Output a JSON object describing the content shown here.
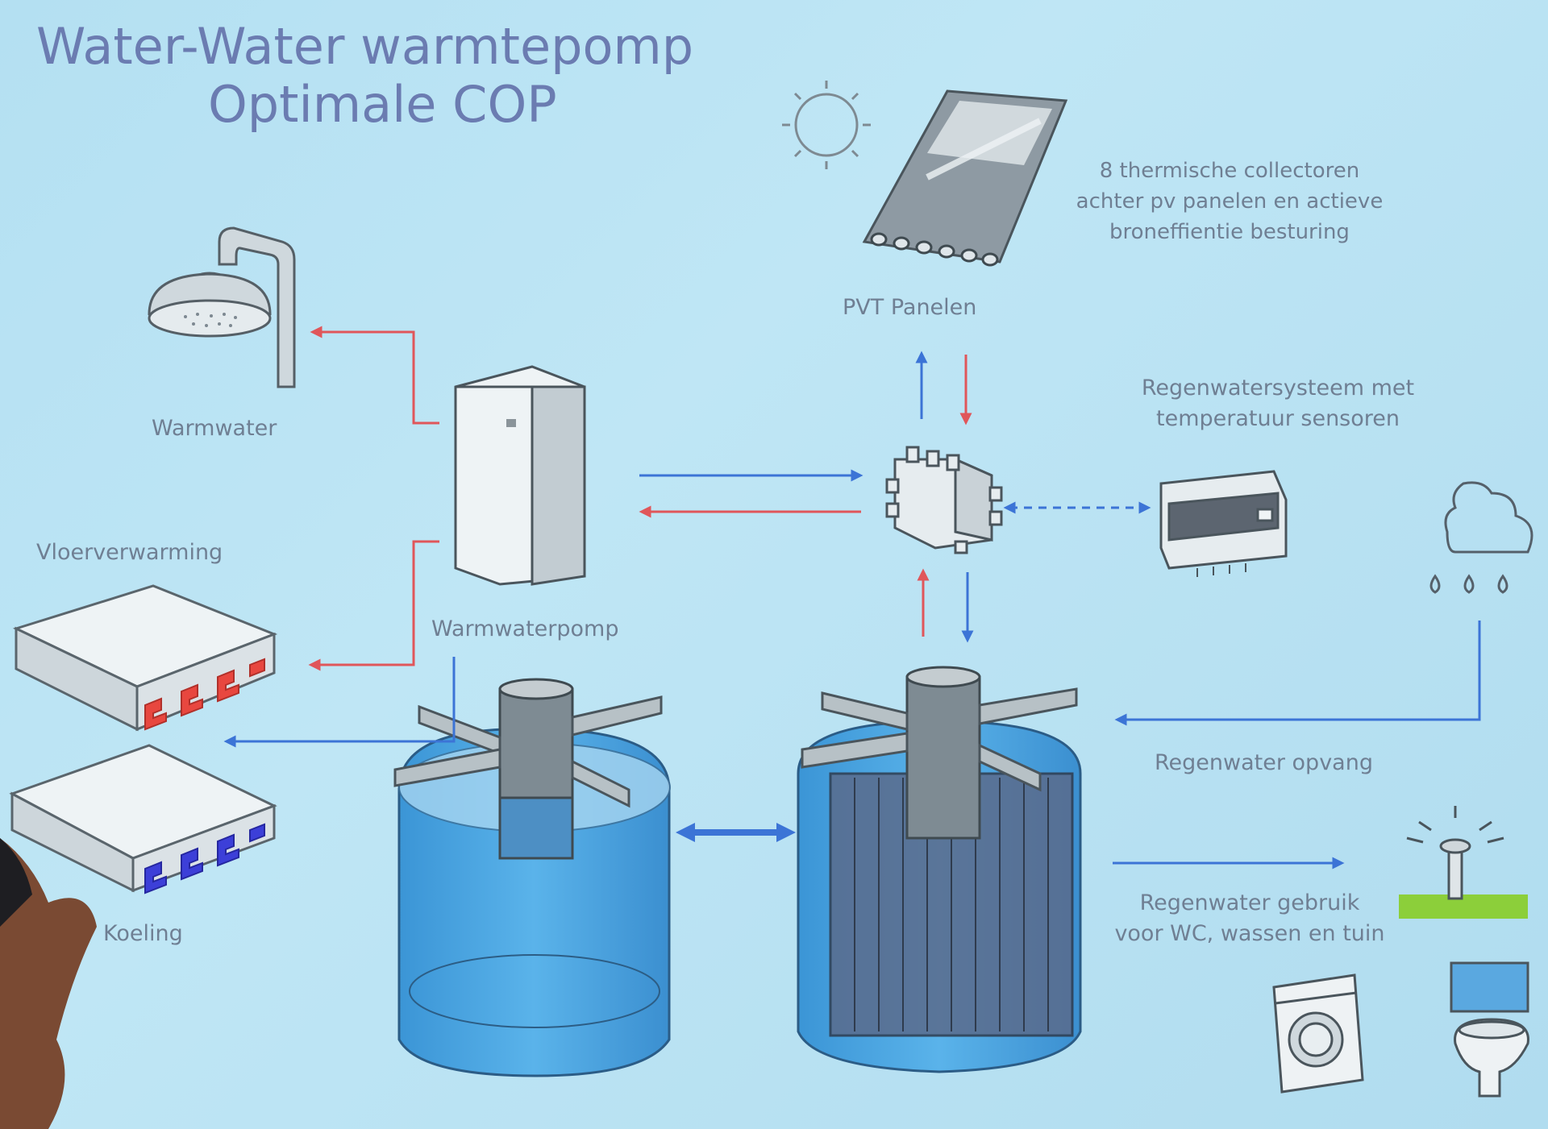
{
  "slide": {
    "title_line1": "Water-Water warmtepomp",
    "title_line2": "Optimale COP"
  },
  "labels": {
    "pvt": "PVT Panelen",
    "collectors_line1": "8 thermische collectoren",
    "collectors_line2": "achter pv panelen en actieve",
    "collectors_line3": "broneffientie besturing",
    "rain_system_line1": "Regenwatersysteem met",
    "rain_system_line2": "temperatuur sensoren",
    "warmwater": "Warmwater",
    "floor_heating": "Vloerverwarming",
    "heat_pump": "Warmwaterpomp",
    "cooling": "Koeling",
    "rain_collect": "Regenwater opvang",
    "rain_use_line1": "Regenwater gebruik",
    "rain_use_line2": "voor WC, wassen en tuin"
  },
  "colors": {
    "background": "#b8e2f3",
    "title": "#6b7cb1",
    "label": "#6f7f93",
    "hot_arrow": "#e0565a",
    "cold_arrow": "#3c74d6",
    "tank_water": "#4aa2e0",
    "grass": "#8ccf3a"
  },
  "icons": [
    "sun-icon",
    "pvt-panel-icon",
    "shower-icon",
    "heat-pump-icon",
    "floor-heating-icon",
    "cooling-panel-icon",
    "manifold-icon",
    "controller-icon",
    "rain-cloud-icon",
    "buffer-tank-icon",
    "rain-tank-icon",
    "sprinkler-icon",
    "washing-machine-icon",
    "toilet-icon"
  ]
}
